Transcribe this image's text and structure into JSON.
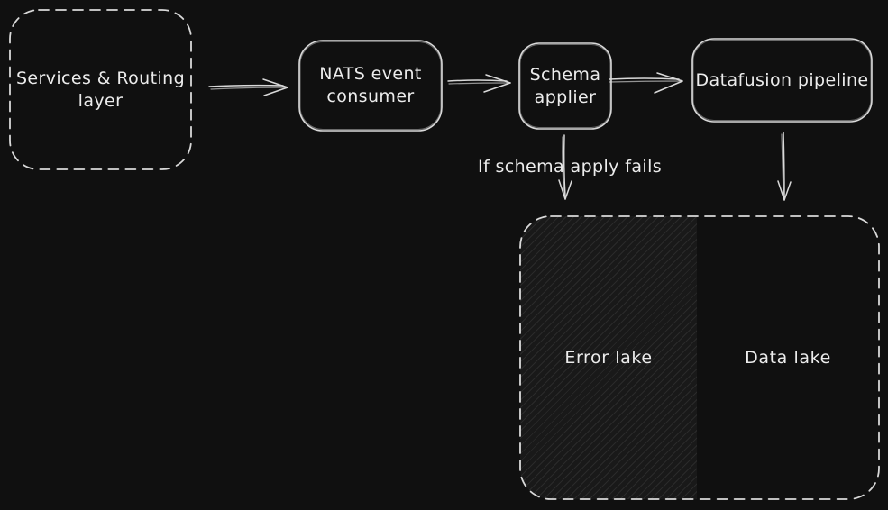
{
  "canvas": {
    "background": "#101010",
    "stroke": "#d9d9d9",
    "text_color": "#ececec",
    "hatch_base": "#191919",
    "hatch_line": "#2a2a2a"
  },
  "nodes": {
    "services": {
      "label": "Services & Routing\nlayer"
    },
    "nats": {
      "label": "NATS event\nconsumer"
    },
    "schema": {
      "label": "Schema\napplier"
    },
    "datafusion": {
      "label": "Datafusion pipeline"
    },
    "error_lake": {
      "label": "Error lake"
    },
    "data_lake": {
      "label": "Data lake"
    }
  },
  "annotations": {
    "failure_label": "If schema apply fails"
  }
}
